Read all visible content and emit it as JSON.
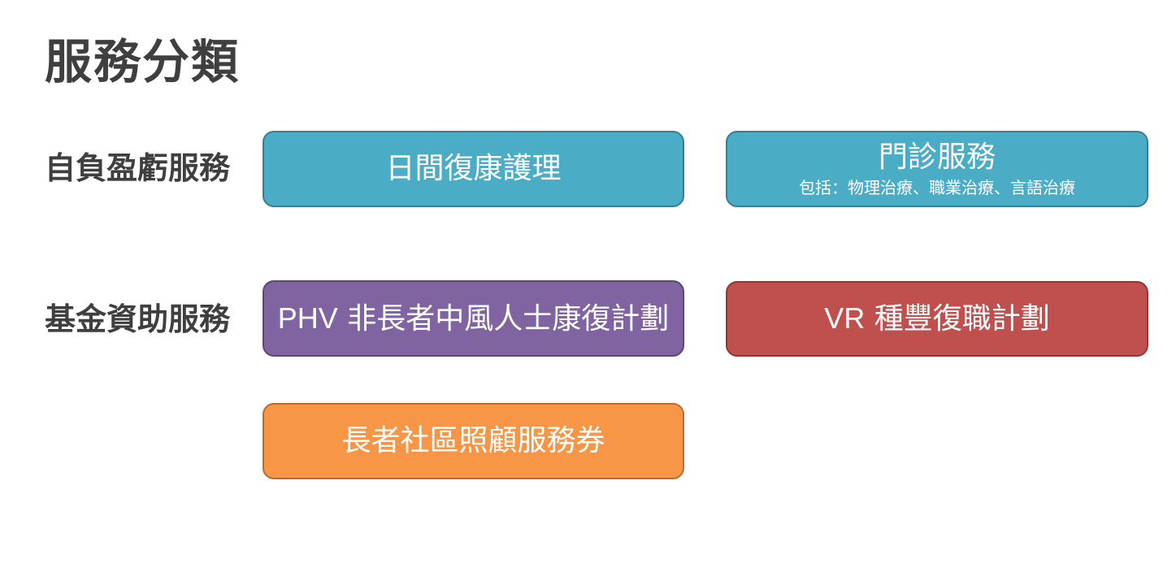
{
  "page": {
    "title": "服務分類"
  },
  "rows": [
    {
      "label": "自負盈虧服務",
      "boxes": [
        {
          "text": "日間復康護理",
          "color": "#4bacc6"
        },
        {
          "text": "門診服務",
          "subtext": "包括：物理治療、職業治療、言語治療",
          "color": "#4bacc6"
        }
      ]
    },
    {
      "label": "基金資助服務",
      "boxes": [
        {
          "prefix": "PHV",
          "text": "非長者中風人士康復計劃",
          "color": "#8064a2"
        },
        {
          "prefix": "VR",
          "text": "種豐復職計劃",
          "color": "#c0504d"
        },
        {
          "text": "長者社區照顧服務券",
          "color": "#f79646"
        }
      ]
    }
  ]
}
